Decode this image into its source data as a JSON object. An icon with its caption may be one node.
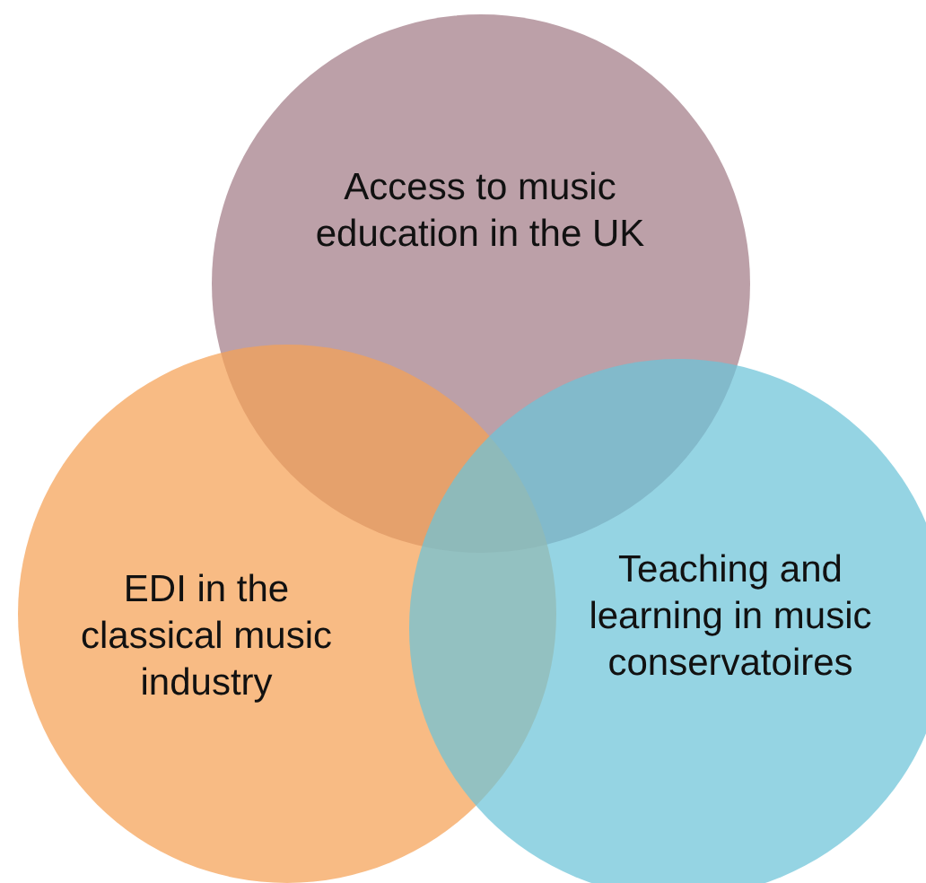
{
  "diagram": {
    "nodes": [
      {
        "text": [
          "Access to music education in the UK"
        ]
      },
      {
        "text": [
          "EDI in the classical music industry"
        ]
      },
      {
        "text": [
          "Teaching and learning in music conservatoires"
        ]
      }
    ]
  }
}
